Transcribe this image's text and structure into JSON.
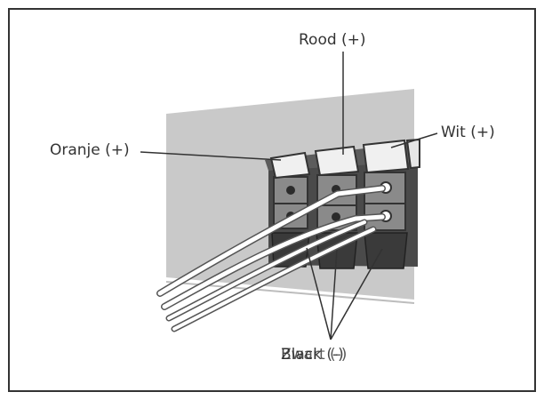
{
  "labels": {
    "red": "Rood (+)",
    "white": "Wit (+)",
    "orange": "Oranje (+)",
    "black_overlap_a": "Black (-)",
    "black_overlap_b": "Zwart (-)"
  }
}
